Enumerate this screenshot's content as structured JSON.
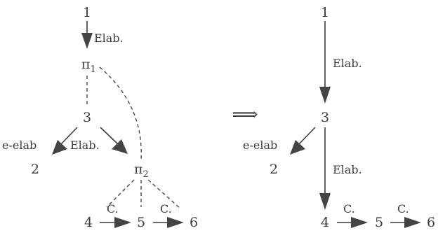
{
  "colors": {
    "ink": "#3c3c3c",
    "arrow": "#444444",
    "background": "#ffffff"
  },
  "left": {
    "n1": "1",
    "pi1_base": "π",
    "pi1_sub": "1",
    "n3": "3",
    "n2": "2",
    "pi2_base": "π",
    "pi2_sub": "2",
    "n4": "4",
    "n5": "5",
    "n6": "6",
    "label_1_pi1": "Elab.",
    "label_3_2": "e-elab",
    "label_3_pi2": "Elab.",
    "label_4_5": "C.",
    "label_5_6": "C."
  },
  "implies": "⟹",
  "right": {
    "n1": "1",
    "n3": "3",
    "n2": "2",
    "n4": "4",
    "n5": "5",
    "n6": "6",
    "label_1_3": "Elab.",
    "label_3_2": "e-elab",
    "label_3_4": "Elab.",
    "label_4_5": "C.",
    "label_5_6": "C."
  }
}
